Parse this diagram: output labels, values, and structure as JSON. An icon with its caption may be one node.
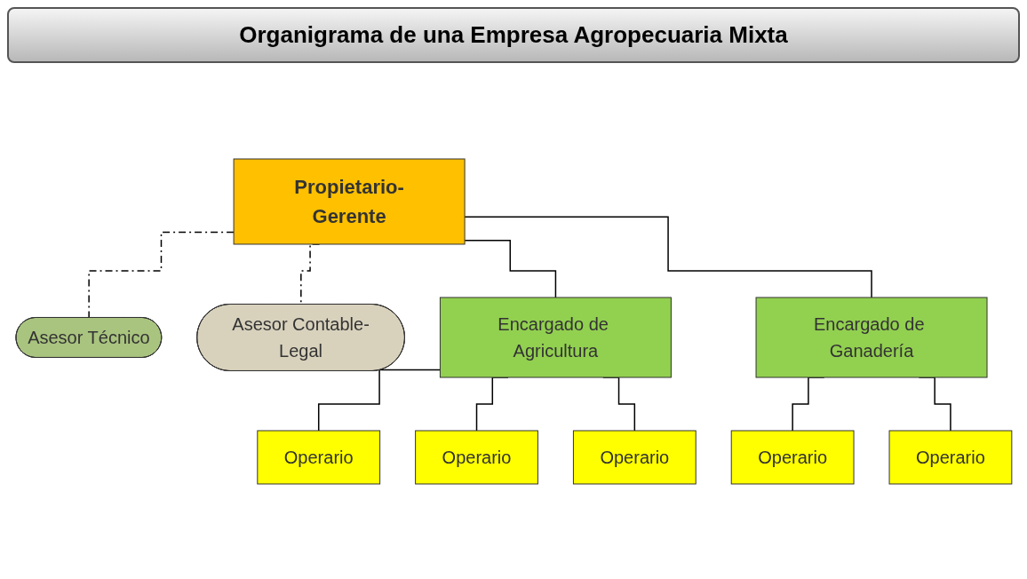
{
  "diagram": {
    "title": "Organigrama de una Empresa Agropecuaria Mixta",
    "nodes": [
      {
        "text": [
          "Propietario-Gerente"
        ]
      },
      {
        "text": [
          "Asesor Técnico"
        ]
      },
      {
        "text": [
          "Asesor Contable-Legal"
        ]
      },
      {
        "text": [
          "Encargado de Agricultura"
        ]
      },
      {
        "text": [
          "Encargado de Ganadería"
        ]
      },
      {
        "text": [
          "Operario"
        ]
      },
      {
        "text": [
          "Operario"
        ]
      },
      {
        "text": [
          "Operario"
        ]
      },
      {
        "text": [
          "Operario"
        ]
      },
      {
        "text": [
          "Operario"
        ]
      }
    ],
    "edges": [
      {
        "from": 0,
        "to": 1,
        "arrow": "none",
        "style": "dashed"
      },
      {
        "from": 0,
        "to": 2,
        "arrow": "none",
        "style": "dashed"
      },
      {
        "from": 0,
        "to": 3,
        "arrow": "none"
      },
      {
        "from": 0,
        "to": 4,
        "arrow": "none"
      },
      {
        "from": 3,
        "to": 5,
        "arrow": "none"
      },
      {
        "from": 3,
        "to": 6,
        "arrow": "none"
      },
      {
        "from": 3,
        "to": 7,
        "arrow": "none"
      },
      {
        "from": 4,
        "to": 8,
        "arrow": "none"
      },
      {
        "from": 4,
        "to": 9,
        "arrow": "none"
      }
    ]
  }
}
